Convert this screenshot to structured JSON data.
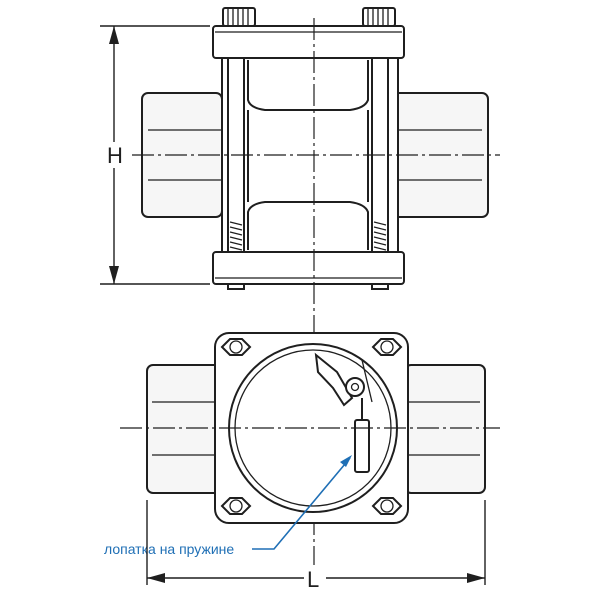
{
  "dimensions": {
    "height_label": "H",
    "length_label": "L"
  },
  "callout": {
    "text": "лопатка на пружине",
    "color": "#1f6fb5"
  }
}
